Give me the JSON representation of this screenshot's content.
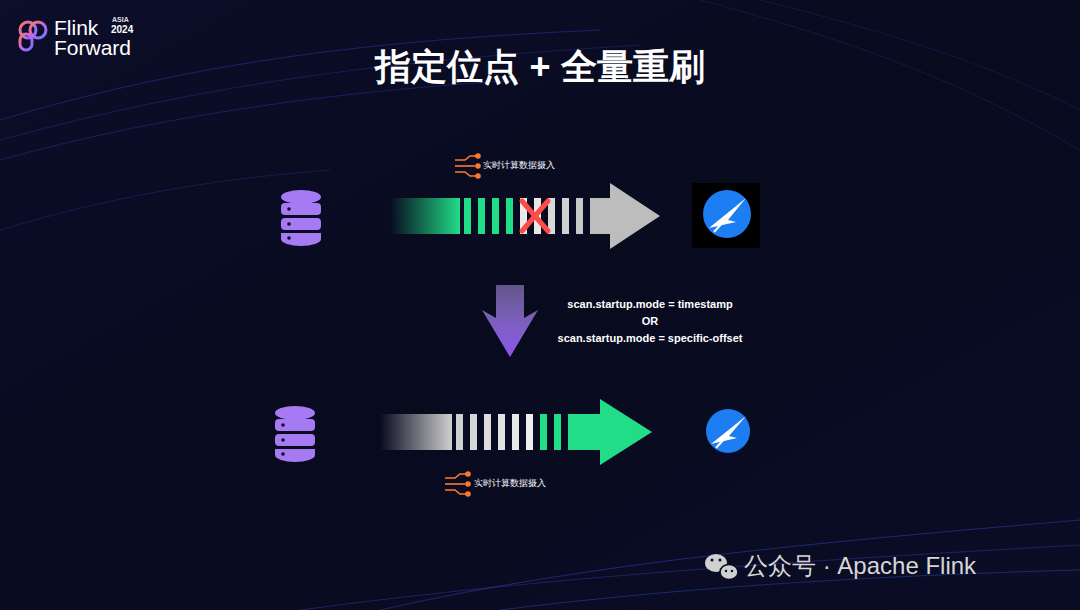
{
  "diagram": {
    "title": "指定位点 + 全量重刷",
    "labels": [
      "Flink",
      "Forward",
      "ASIA",
      "2024",
      "实时计算数据摄入",
      "scan.startup.mode = timestamp",
      "OR",
      "scan.startup.mode = specific-offset",
      "实时计算数据摄入",
      "公众号 · Apache Flink"
    ]
  }
}
